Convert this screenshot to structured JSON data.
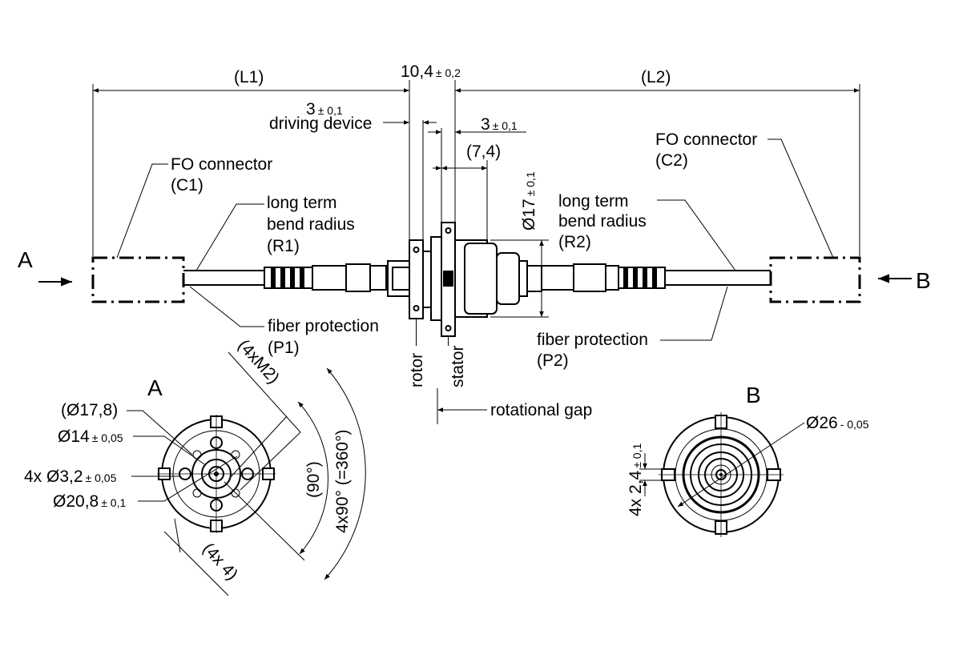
{
  "labels": {
    "l1": "(L1)",
    "l2": "(L2)",
    "width_main": "10,4",
    "width_main_tol": "± 0,2",
    "driving_dim": "3",
    "driving_dim_tol": "± 0,1",
    "driving_device": "driving device",
    "stator_dim": "3",
    "stator_dim_tol": "± 0,1",
    "housing_dim": "(7,4)",
    "dia17": "Ø17",
    "dia17_tol": "± 0,1",
    "fo_connector": "FO connector",
    "c1": "(C1)",
    "c2": "(C2)",
    "long_term": "long term",
    "bend_radius": "bend radius",
    "r1": "(R1)",
    "r2": "(R2)",
    "fiber_protection": "fiber protection",
    "p1": "(P1)",
    "p2": "(P2)",
    "rotor": "rotor",
    "stator": "stator",
    "rotational_gap": "rotational gap",
    "view_a_arrow": "A",
    "view_b_arrow": "B",
    "view_a_title": "A",
    "view_b_title": "B",
    "dia178": "(Ø17,8)",
    "dia14": "Ø14",
    "dia14_tol": "± 0,05",
    "holes": "4x Ø3,2",
    "holes_tol": "± 0,05",
    "dia208": "Ø20,8",
    "dia208_tol": "± 0,1",
    "m2": "(4xM2)",
    "angle90": "(90°)",
    "angle360": "4x90° (=360°)",
    "slot4": "(4x 4)",
    "dia26": "Ø26",
    "dia26_tol": "- 0,05",
    "slot24": "4x 2,4",
    "slot24_tol": "± 0,1"
  }
}
